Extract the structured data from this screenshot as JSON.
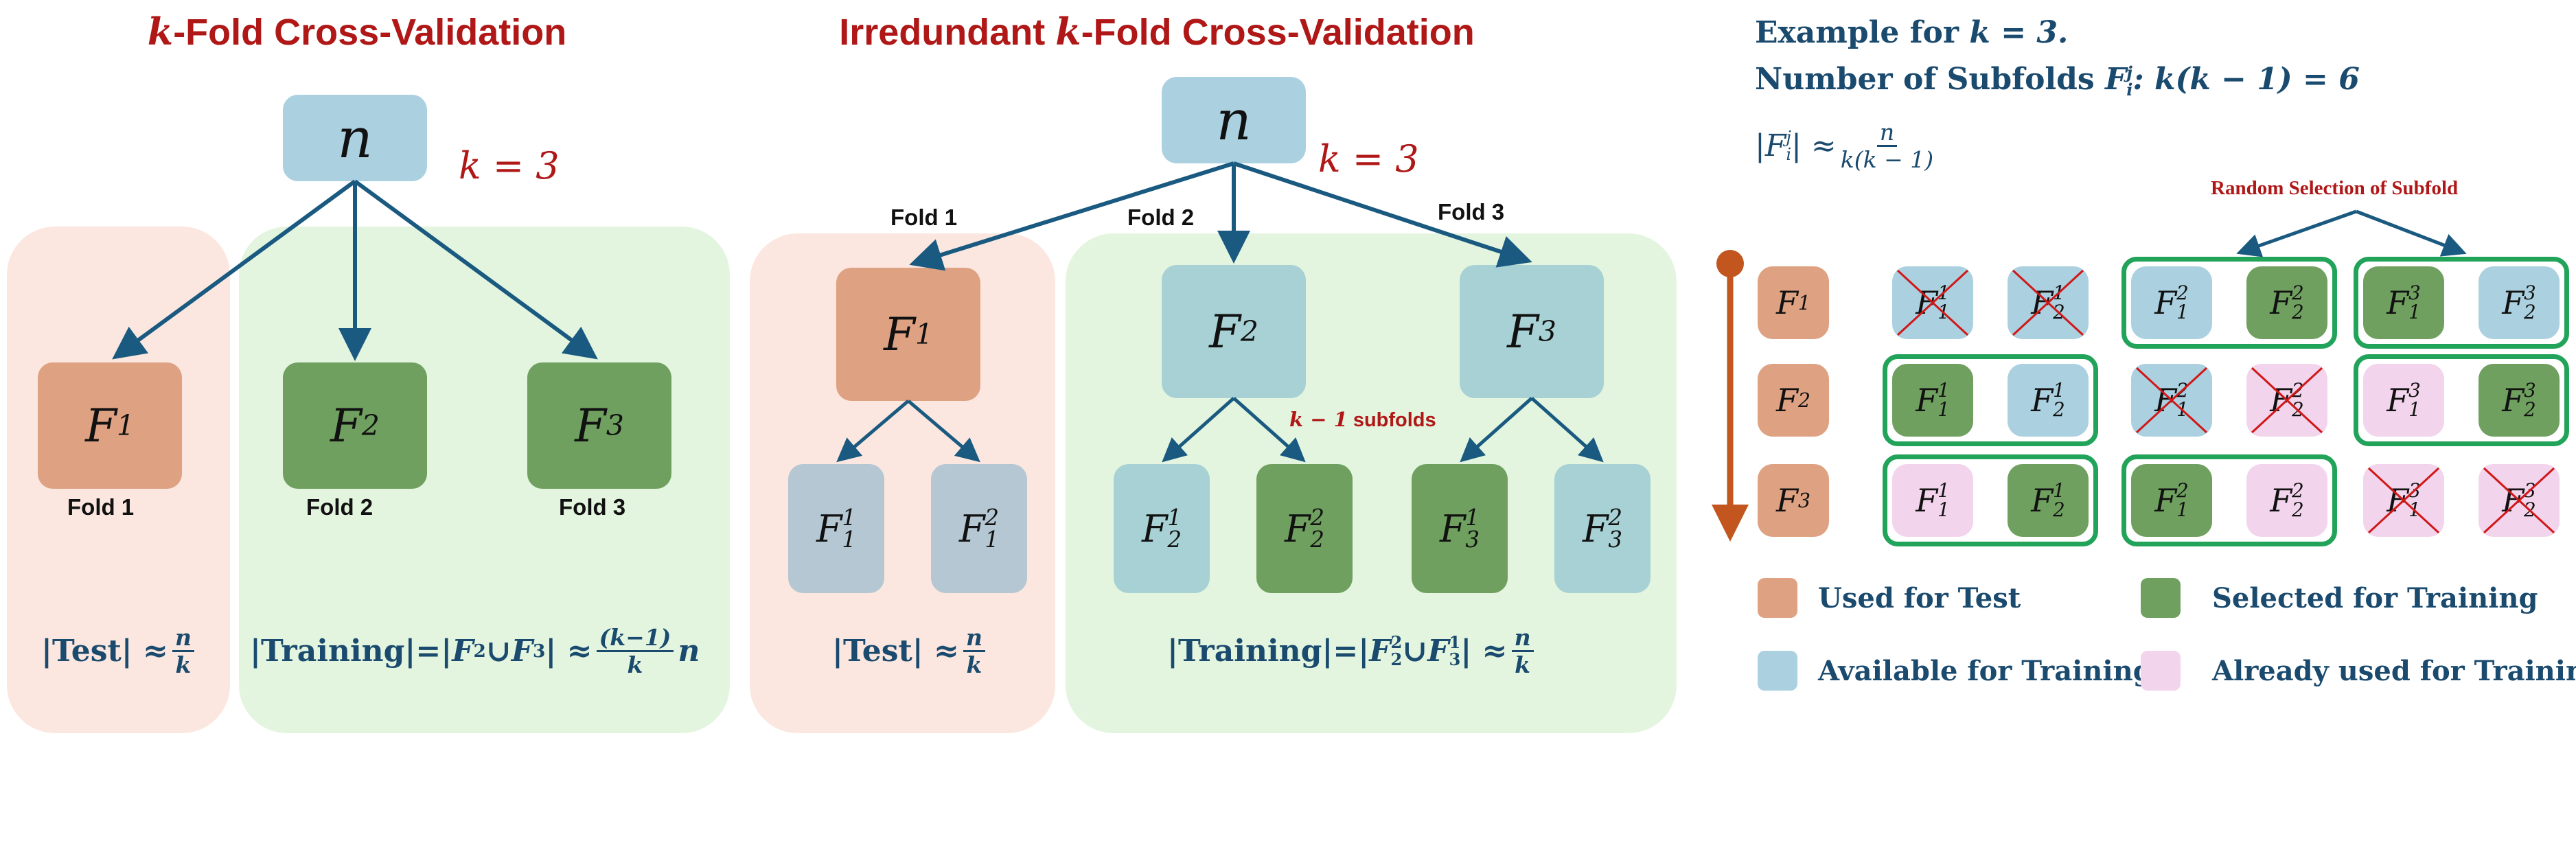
{
  "colors": {
    "arrow": "#1a5a80",
    "title_red": "#b01818",
    "test_box": "#dea283",
    "selected_training": "#6fa05f",
    "available_training": "#abd0e0",
    "already_used": "#f2d5ec",
    "group_border": "#22a35a",
    "timeline": "#c2561e",
    "test_bg": "#fbe7df",
    "train_bg": "#e3f5df"
  },
  "left_diagram": {
    "title_k": "k",
    "title_rest": "-Fold Cross-Validation",
    "root": "n",
    "k_label": "k = 3",
    "folds": [
      {
        "name": "F",
        "sub": "1",
        "label": "Fold 1"
      },
      {
        "name": "F",
        "sub": "2",
        "label": "Fold 2"
      },
      {
        "name": "F",
        "sub": "3",
        "label": "Fold 3"
      }
    ],
    "test_formula": {
      "lhs": "|Test| ≈",
      "num": "n",
      "den": "k"
    },
    "train_formula": {
      "lhs": "|Training|=|",
      "mid": "F",
      "s1": "2",
      "cup": " ∪ ",
      "mid2": "F",
      "s2": "3",
      "rhs": "| ≈",
      "num": "(k−1)",
      "den": "k",
      "tail": "n"
    }
  },
  "middle_diagram": {
    "title_pre": "Irredundant ",
    "title_k": "k",
    "title_rest": "-Fold Cross-Validation",
    "root": "n",
    "k_label": "k = 3",
    "fold_labels": [
      "Fold 1",
      "Fold 2",
      "Fold 3"
    ],
    "subfold_label_k": "k − 1",
    "subfold_label_rest": " subfolds",
    "test_formula": {
      "lhs": "|Test| ≈",
      "num": "n",
      "den": "k"
    },
    "train_formula": {
      "lhs": "|Training|=|",
      "f": "F",
      "s1": "2",
      "p1": "2",
      "cup": " ∪ ",
      "s2": "3",
      "p2": "1",
      "rhs": "| ≈",
      "num": "n",
      "den": "k"
    }
  },
  "right_panel": {
    "line1_pre": "Example for ",
    "line1_math": "k = 3.",
    "line2_pre": "Number of Subfolds ",
    "line2_math": ": k(k − 1) = 6",
    "size_lhs": "|F",
    "size_rhs": "| ≈",
    "size_num": "n",
    "size_den": "k(k − 1)",
    "random_selection": "Random Selection of Subfold",
    "rows": [
      {
        "fold": "1",
        "cells": [
          [
            "1",
            "1",
            "avail",
            true
          ],
          [
            "1",
            "2",
            "avail",
            true
          ],
          [
            "2",
            "1",
            "avail",
            false
          ],
          [
            "2",
            "2",
            "sel",
            false
          ],
          [
            "3",
            "1",
            "sel",
            false
          ],
          [
            "3",
            "2",
            "avail",
            false
          ]
        ]
      },
      {
        "fold": "2",
        "cells": [
          [
            "1",
            "1",
            "sel",
            false
          ],
          [
            "1",
            "2",
            "avail",
            false
          ],
          [
            "2",
            "1",
            "avail",
            true
          ],
          [
            "2",
            "2",
            "pink",
            true
          ],
          [
            "3",
            "1",
            "pink",
            false
          ],
          [
            "3",
            "2",
            "sel",
            false
          ]
        ]
      },
      {
        "fold": "3",
        "cells": [
          [
            "1",
            "1",
            "pink",
            false
          ],
          [
            "1",
            "2",
            "sel",
            false
          ],
          [
            "2",
            "1",
            "sel",
            false
          ],
          [
            "2",
            "2",
            "pink",
            false
          ],
          [
            "3",
            "1",
            "pink",
            true
          ],
          [
            "3",
            "2",
            "pink",
            true
          ]
        ]
      }
    ],
    "legend": [
      {
        "key": "test",
        "label": "Used for Test"
      },
      {
        "key": "sel",
        "label": "Selected for Training"
      },
      {
        "key": "avail",
        "label": "Available for Training"
      },
      {
        "key": "pink",
        "label": "Already used for Training"
      }
    ]
  }
}
